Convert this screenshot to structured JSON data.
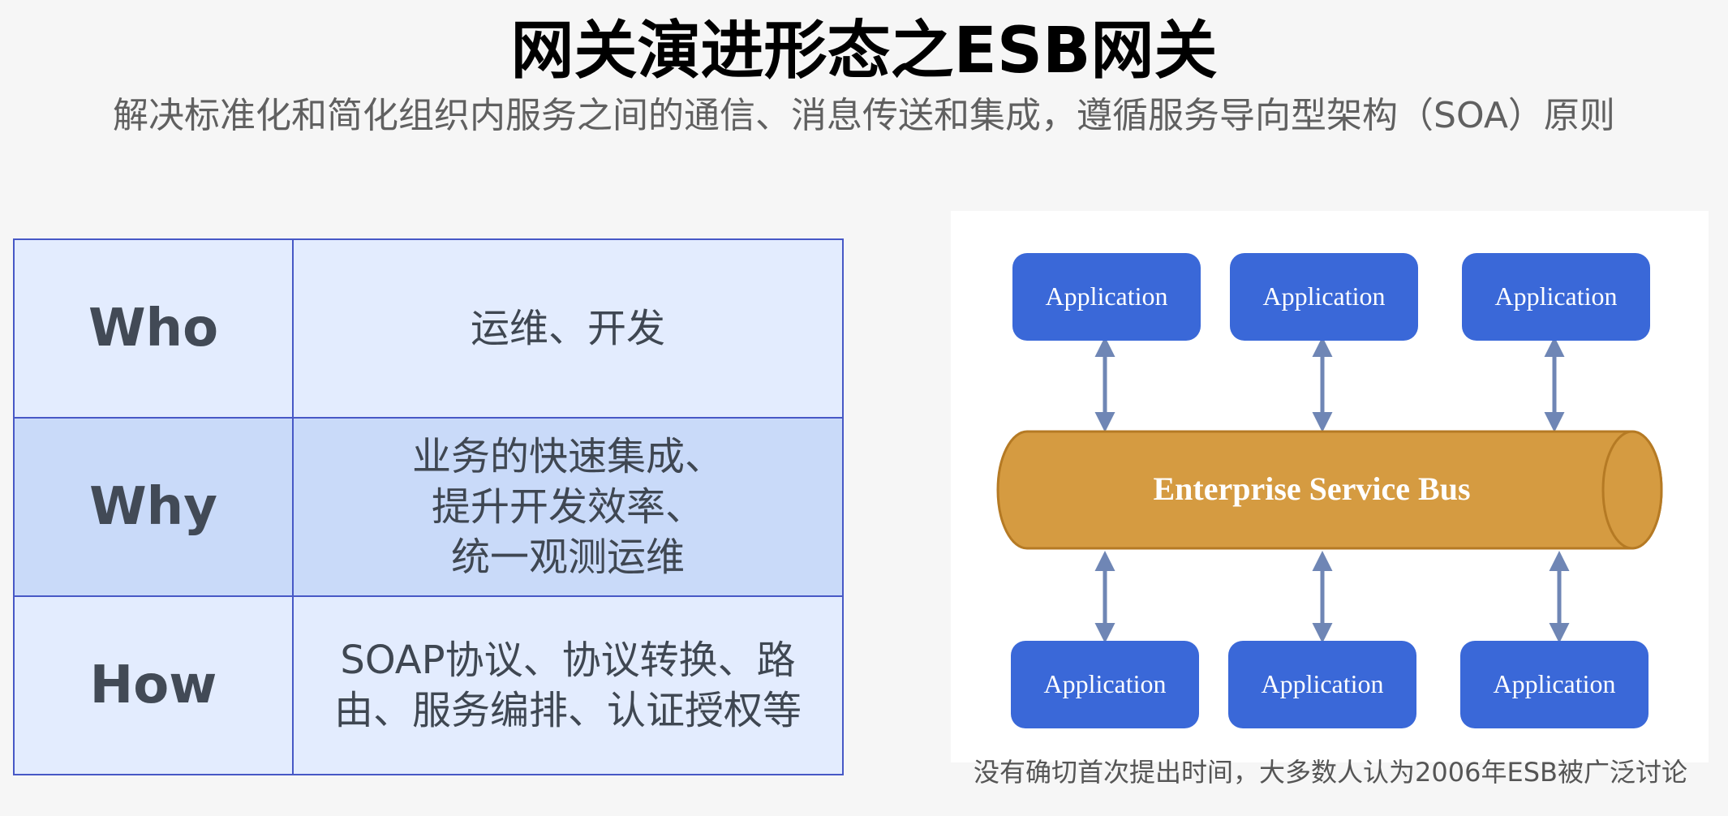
{
  "title": "网关演进形态之ESB网关",
  "subtitle": "解决标准化和简化组织内服务之间的通信、消息传送和集成，遵循服务导向型架构（SOA）原则",
  "matrix": {
    "rows": [
      {
        "key": "Who",
        "lines": [
          "运维、开发"
        ]
      },
      {
        "key": "Why",
        "lines": [
          "业务的快速集成、",
          "提升开发效率、",
          "统一观测运维"
        ]
      },
      {
        "key": "How",
        "lines": [
          "SOAP协议、协议转换、路",
          "由、服务编排、认证授权等"
        ]
      }
    ]
  },
  "diagram": {
    "bus_label": "Enterprise Service Bus",
    "top_apps": [
      "Application",
      "Application",
      "Application"
    ],
    "bottom_apps": [
      "Application",
      "Application",
      "Application"
    ],
    "colors": {
      "app_fill": "#3a68d8",
      "bus_fill": "#d59b41",
      "bus_stroke": "#b57a24",
      "arrow": "#6f86b5"
    }
  },
  "caption": "没有确切首次提出时间，大多数人认为2006年ESB被广泛讨论"
}
